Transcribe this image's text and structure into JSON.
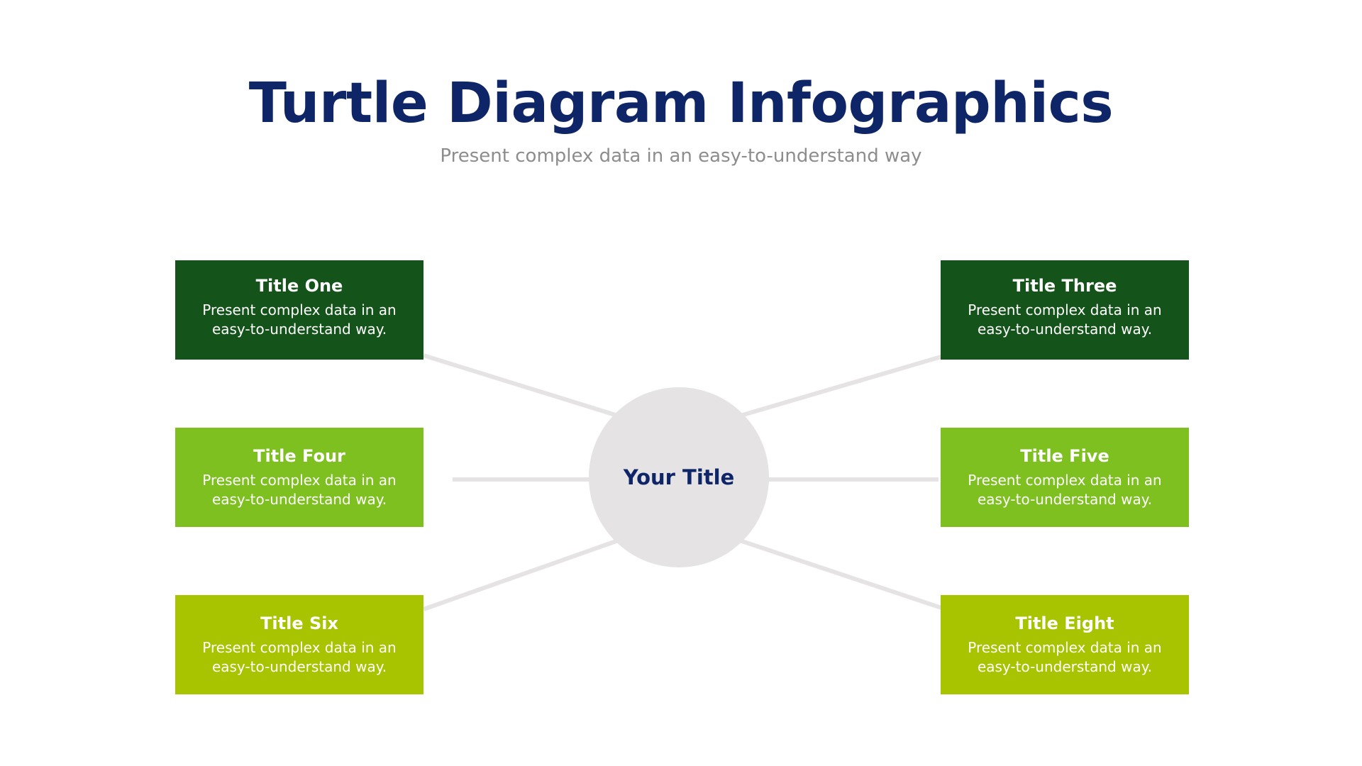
{
  "header": {
    "title": "Turtle Diagram Infographics",
    "subtitle": "Present complex data in an easy-to-understand way"
  },
  "hub": {
    "label": "Your Title",
    "color": "#e5e3e4",
    "text_color": "#0e2567"
  },
  "palette": {
    "navy": "#0e2567",
    "gray_text": "#8d8d8d",
    "connector": "#e5e3e4",
    "dark_green": "#14541a",
    "bright_green": "#7dc01f",
    "olive_green": "#a8c400",
    "background": "#ffffff"
  },
  "cards": [
    {
      "title": "Title One",
      "description": "Present complex data in an easy-to-understand way.",
      "color": "#14541a",
      "position": "top-left"
    },
    {
      "title": "Title Three",
      "description": "Present complex data in an easy-to-understand way.",
      "color": "#14541a",
      "position": "top-right"
    },
    {
      "title": "Title Four",
      "description": "Present complex data in an easy-to-understand way.",
      "color": "#7dc01f",
      "position": "middle-left"
    },
    {
      "title": "Title Five",
      "description": "Present complex data in an easy-to-understand way.",
      "color": "#7dc01f",
      "position": "middle-right"
    },
    {
      "title": "Title Six",
      "description": "Present complex data in an easy-to-understand way.",
      "color": "#a8c400",
      "position": "bottom-left"
    },
    {
      "title": "Title Eight",
      "description": "Present complex data in an easy-to-understand way.",
      "color": "#a8c400",
      "position": "bottom-right"
    }
  ]
}
